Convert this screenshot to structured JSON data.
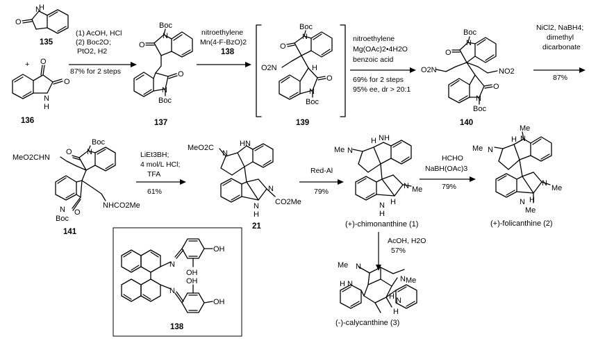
{
  "compounds": {
    "c135": "135",
    "c136": "136",
    "c137": "137",
    "c139": "139",
    "c140": "140",
    "c141": "141",
    "c21": "21",
    "c138": "138",
    "n1": "(+)-chimonanthine (1)",
    "n2": "(+)-folicanthine (2)",
    "n3": "(-)-calycanthine (3)"
  },
  "atoms": {
    "o": "O",
    "n": "N",
    "h": "H",
    "nh": "NH",
    "hn": "HN",
    "boc": "Boc",
    "me": "Me",
    "no2": "NO2",
    "o2n": "O2N",
    "meo2c": "MeO2C",
    "co2me": "CO2Me",
    "meo2chn": "MeO2CHN",
    "nhco2me": "NHCO2Me",
    "oh": "OH",
    "plus": "+"
  },
  "steps": {
    "s1": [
      "(1) AcOH, HCl",
      "(2) Boc2O;",
      "PtO2, H2",
      "87% for 2 steps"
    ],
    "s2": [
      "nitroethylene",
      "Mn(4-F-BzO)2",
      "138"
    ],
    "s3": [
      "nitroethylene",
      "Mg(OAc)2•4H2O",
      "benzoic acid",
      "69% for 2 steps",
      "95% ee, dr > 20:1"
    ],
    "s4": [
      "NiCl2, NaBH4;",
      "dimethyl",
      "dicarbonate",
      "87%"
    ],
    "s5": [
      "LiEt3BH;",
      "4 mol/L HCl;",
      "TFA",
      "61%"
    ],
    "s6": [
      "Red-Al",
      "79%"
    ],
    "s7": [
      "HCHO",
      "NaBH(OAc)3",
      "79%"
    ],
    "s8": [
      "AcOH, H2O",
      "57%"
    ]
  }
}
